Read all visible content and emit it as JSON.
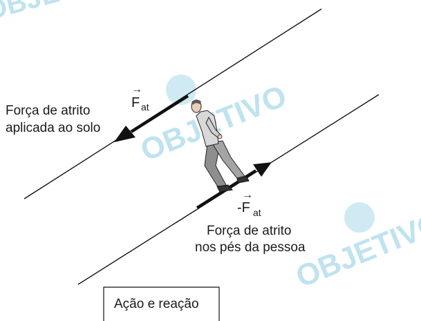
{
  "watermark": {
    "text": "OBJETIVO",
    "color": "#bfe3ef"
  },
  "vectors": {
    "f_at": {
      "arrow": "→",
      "letter": "F",
      "subscript": "at"
    },
    "neg_f_at": {
      "arrow": "→",
      "letter": "-F",
      "subscript": "at"
    }
  },
  "labels": {
    "left_line1": "Força de atrito",
    "left_line2": "aplicada ao solo",
    "right_line1": "Força de atrito",
    "right_line2": "nos pés da pessoa"
  },
  "caption": {
    "text": "Ação e reação"
  },
  "colors": {
    "line": "#111111",
    "skin": "#e8d0b8",
    "shirt": "#d8d8d8",
    "pants": "#9a9a9a"
  }
}
